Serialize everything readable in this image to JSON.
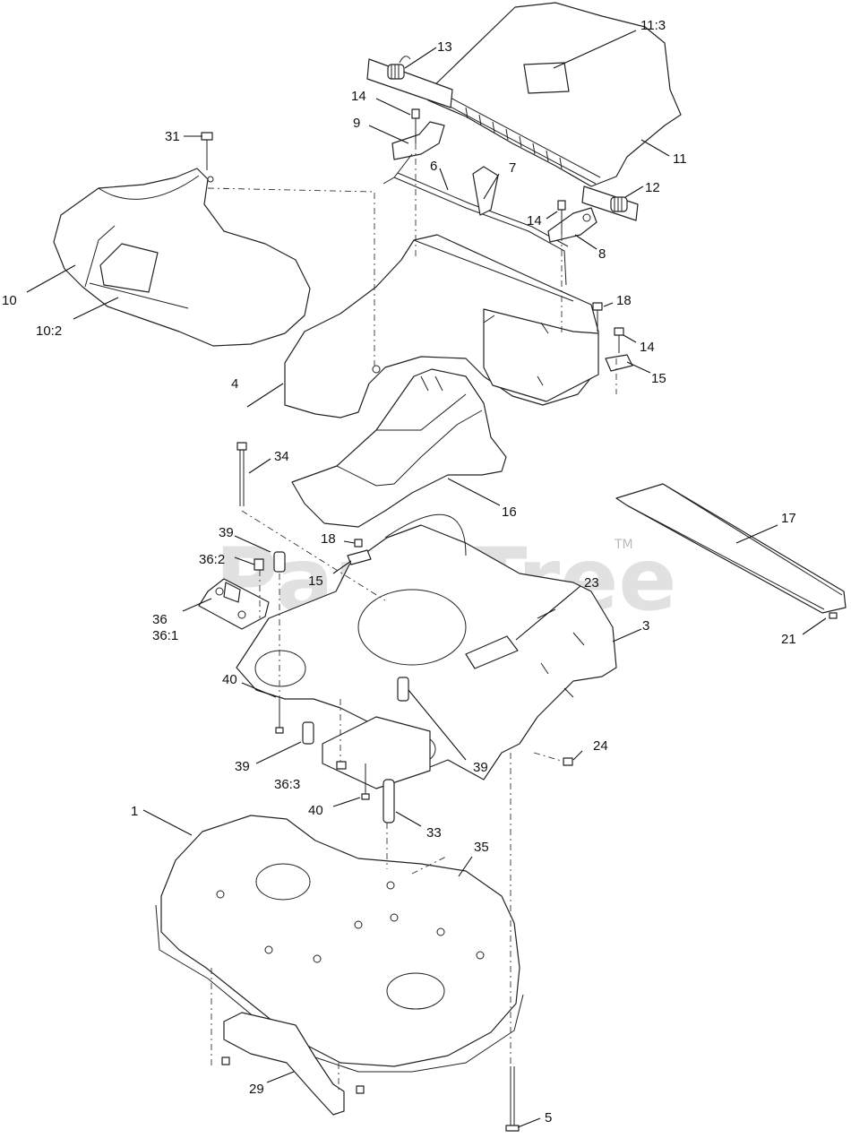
{
  "watermark": {
    "text": "PartsTree",
    "trademark": "TM"
  },
  "callouts": {
    "c1": "1",
    "c3": "3",
    "c4": "4",
    "c5": "5",
    "c6": "6",
    "c7": "7",
    "c8": "8",
    "c9": "9",
    "c10": "10",
    "c10_2": "10:2",
    "c11": "11",
    "c11_3": "11:3",
    "c12": "12",
    "c13": "13",
    "c14a": "14",
    "c14b": "14",
    "c14c": "14",
    "c15a": "15",
    "c15b": "15",
    "c16": "16",
    "c17": "17",
    "c18a": "18",
    "c18b": "18",
    "c21": "21",
    "c23": "23",
    "c24": "24",
    "c29": "29",
    "c31": "31",
    "c33": "33",
    "c34": "34",
    "c35": "35",
    "c36": "36",
    "c36_1": "36:1",
    "c36_2": "36:2",
    "c36_3": "36:3",
    "c39a": "39",
    "c39b": "39",
    "c39c": "39",
    "c40a": "40",
    "c40b": "40"
  }
}
